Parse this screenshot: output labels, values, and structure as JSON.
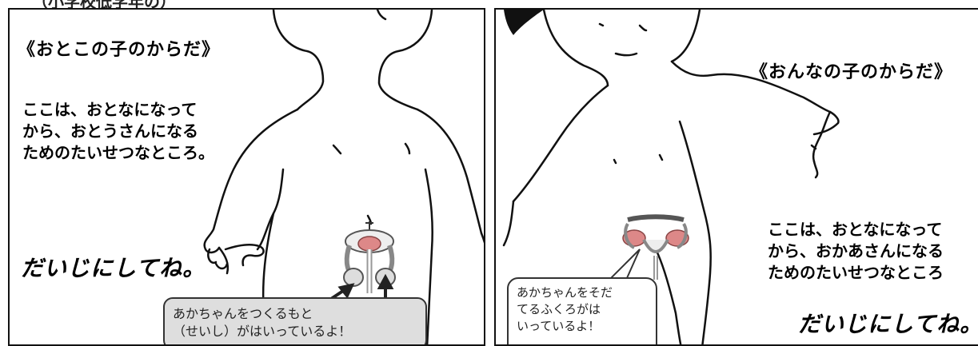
{
  "header_fragment": "（小学校低学年の）",
  "left_panel": {
    "title": "《おとこの子のからだ》",
    "description_lines": [
      "ここは、おとなになって",
      "から、おとうさんになる",
      "ためのたいせつなところ。"
    ],
    "slogan": "だいじにしてね。",
    "bubble_lines": [
      "あかちゃんをつくるもと",
      "（せいし）がはいっているよ！"
    ]
  },
  "right_panel": {
    "title": "《おんなの子のからだ》",
    "description_lines": [
      "ここは、おとなになって",
      "から、おかあさんになる",
      "ためのたいせつなところ"
    ],
    "slogan": "だいじにしてね。",
    "bubble_lines": [
      "あかちゃんをそだ",
      "てるふくろがは",
      "いっているよ！"
    ]
  },
  "colors": {
    "border": "#111111",
    "bubble_left_fill": "#dedede",
    "organ_red": "#c0392b"
  }
}
